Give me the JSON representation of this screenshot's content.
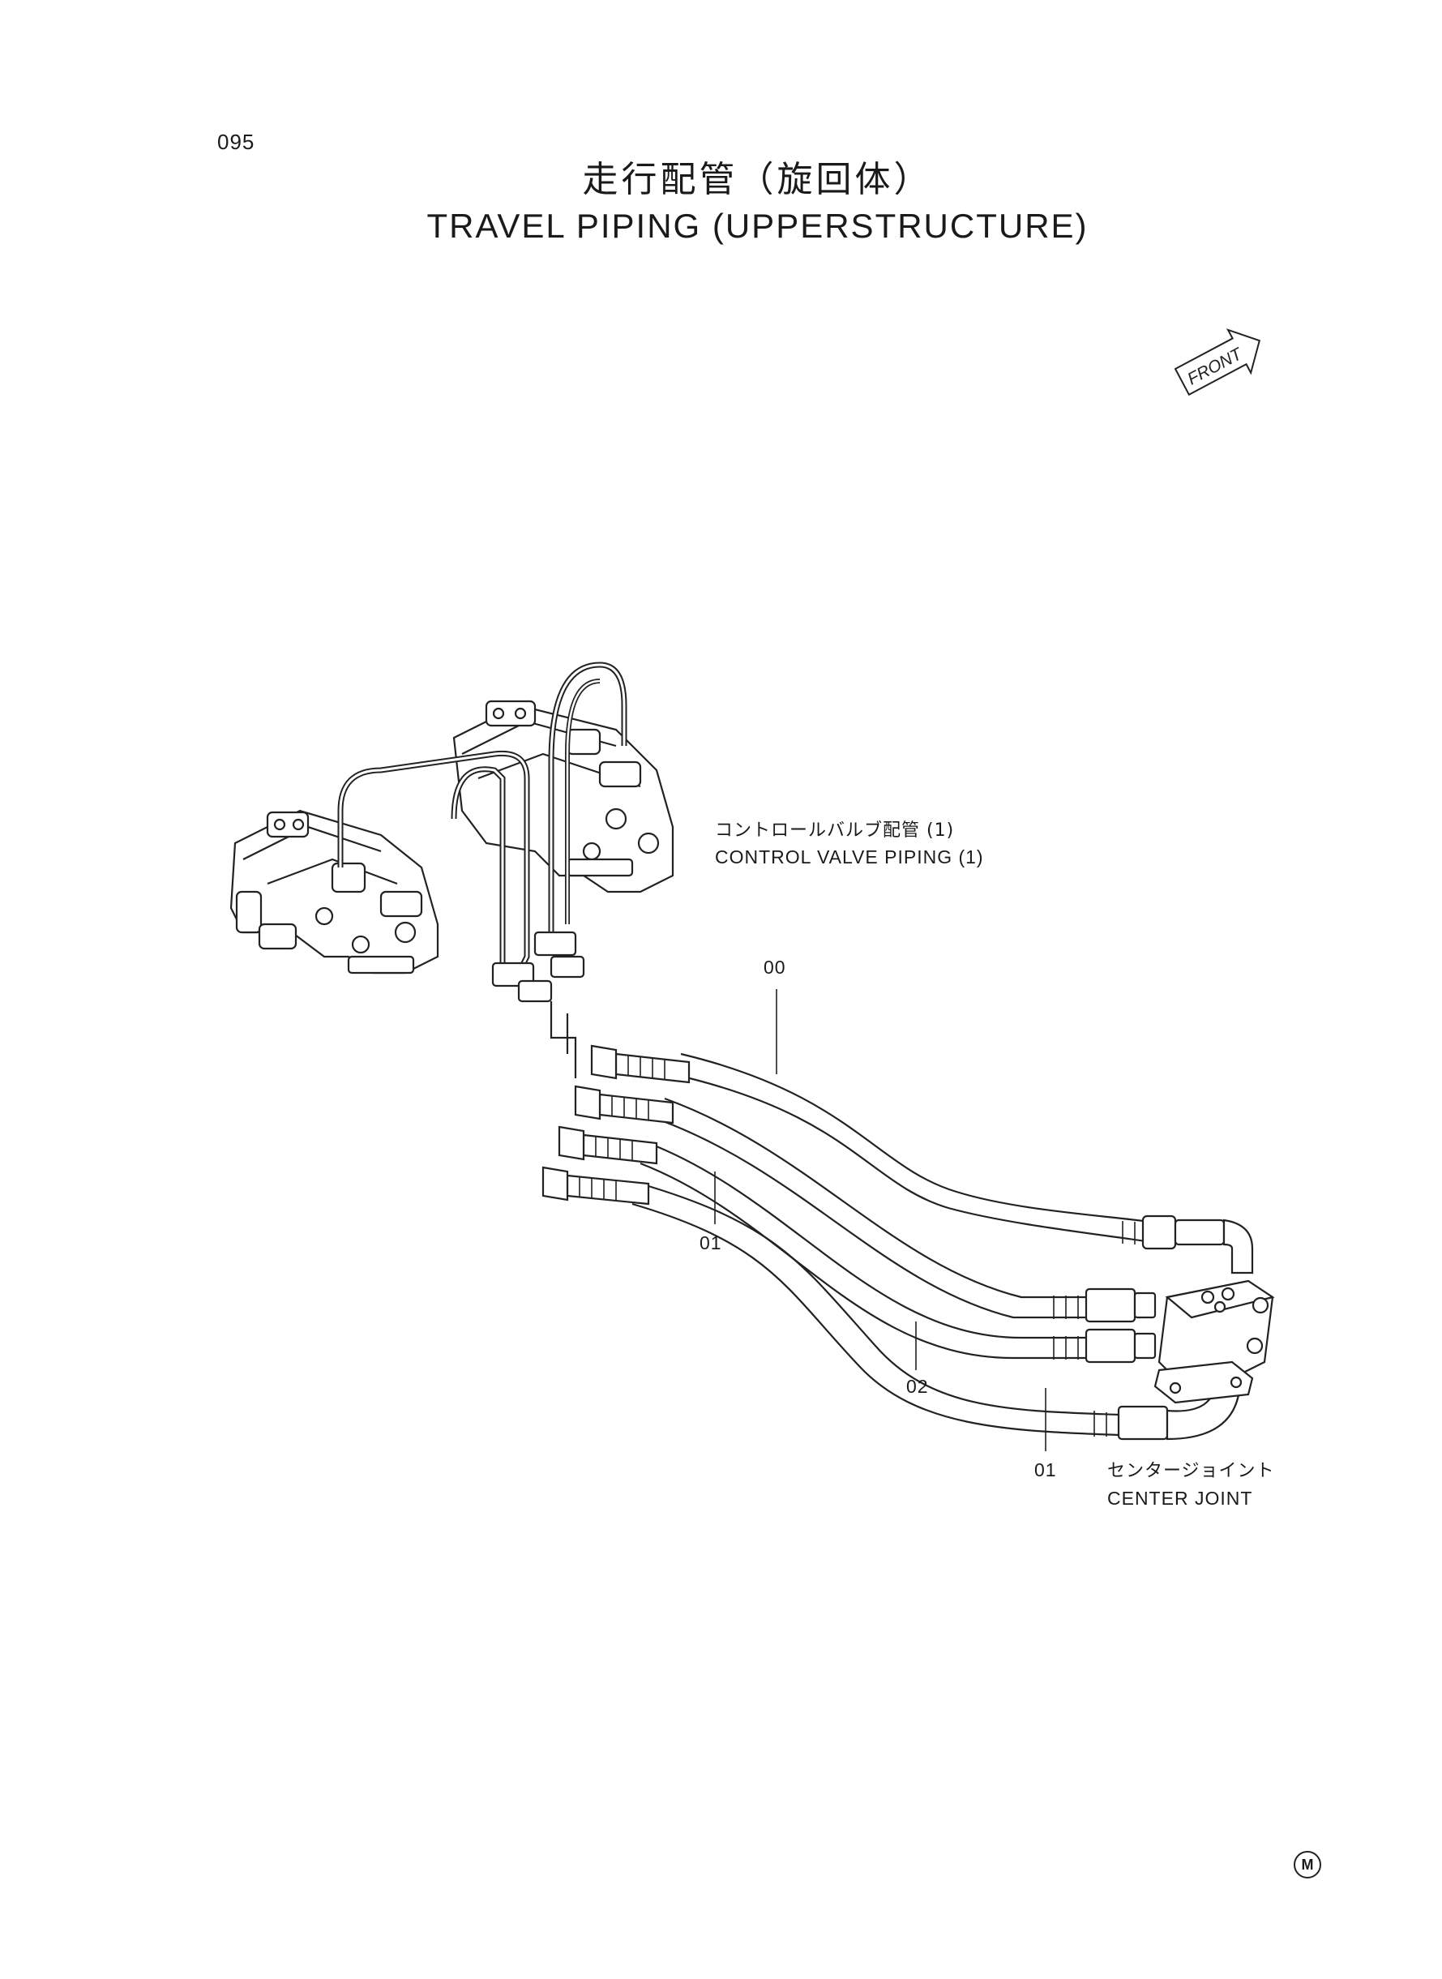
{
  "page": {
    "number": "095",
    "title_jp": "走行配管（旋回体）",
    "title_en": "TRAVEL PIPING (UPPERSTRUCTURE)"
  },
  "orientation": {
    "front_label": "FRONT",
    "icon": "front-arrow-icon"
  },
  "labels": {
    "control_valve_jp": "コントロールバルブ配管 (1)",
    "control_valve_en": "CONTROL VALVE PIPING (1)",
    "center_joint_jp": "センタージョイント",
    "center_joint_en": "CENTER JOINT"
  },
  "callouts": [
    {
      "id": "hose-00",
      "text": "00"
    },
    {
      "id": "hose-01-left",
      "text": "01"
    },
    {
      "id": "hose-02",
      "text": "02"
    },
    {
      "id": "hose-01-right",
      "text": "01"
    }
  ],
  "footer": {
    "mark": "M",
    "icon": "circled-m-icon"
  }
}
